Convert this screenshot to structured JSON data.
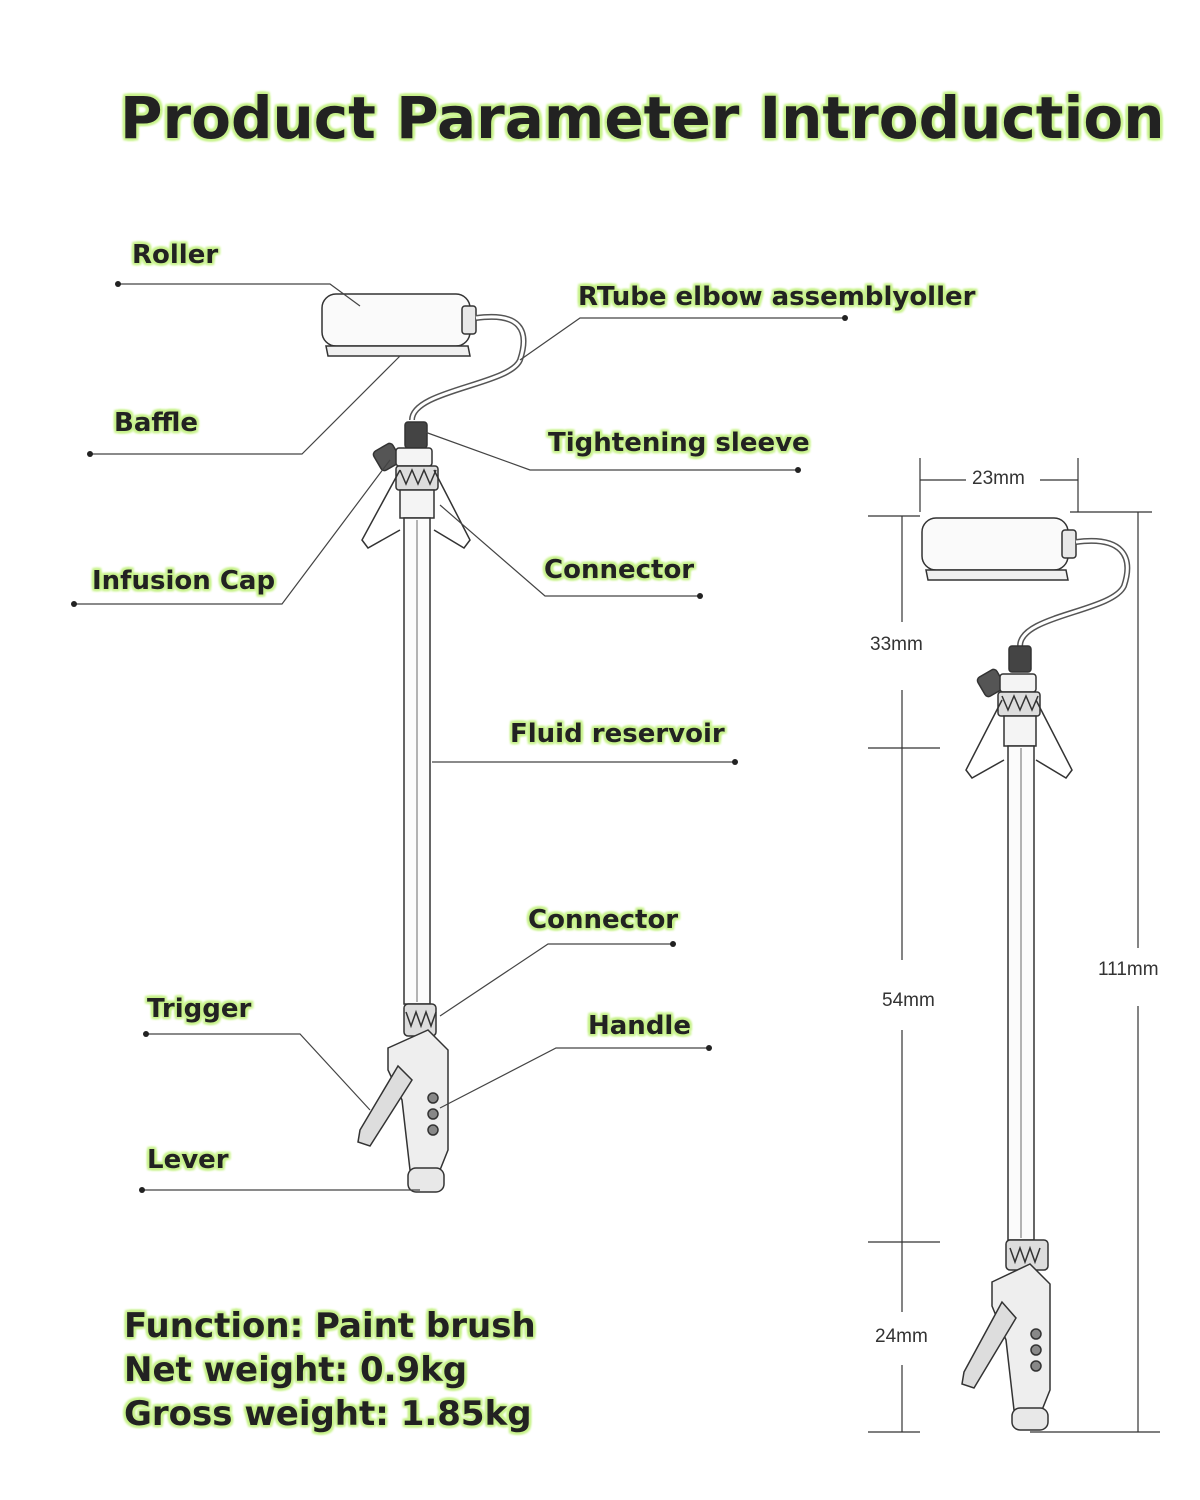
{
  "title": "Product Parameter Introduction",
  "callouts": {
    "roller": "Roller",
    "tube_elbow": "RTube elbow assemblyoller",
    "baffle": "Baffle",
    "tightening_sleeve": "Tightening sleeve",
    "infusion_cap": "Infusion Cap",
    "connector_top": "Connector",
    "fluid_reservoir": "Fluid reservoir",
    "connector_bottom": "Connector",
    "trigger": "Trigger",
    "handle": "Handle",
    "lever": "Lever"
  },
  "specs": {
    "function": "Function: Paint brush",
    "net_weight": "Net weight: 0.9kg",
    "gross_weight": "Gross weight: 1.85kg"
  },
  "dimensions": {
    "roller_width": "23mm",
    "head_height": "33mm",
    "tube_height": "54mm",
    "handle_height": "24mm",
    "total_height": "111mm"
  },
  "colors": {
    "label_glow": "#c8f28c",
    "line": "#333333"
  }
}
